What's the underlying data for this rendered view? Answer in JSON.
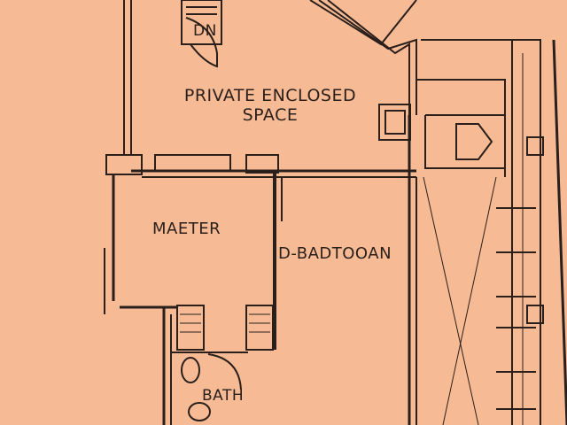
{
  "plan": {
    "stairs_label": "DN",
    "private_space_label": "PRIVATE ENCLOSED SPACE",
    "master_label": "MAETER",
    "bedroom2_label": "D-BADTOOAN",
    "bath_label": "BATH"
  },
  "colors": {
    "background": "#f6bb95",
    "lines": "#2a1f1a"
  }
}
